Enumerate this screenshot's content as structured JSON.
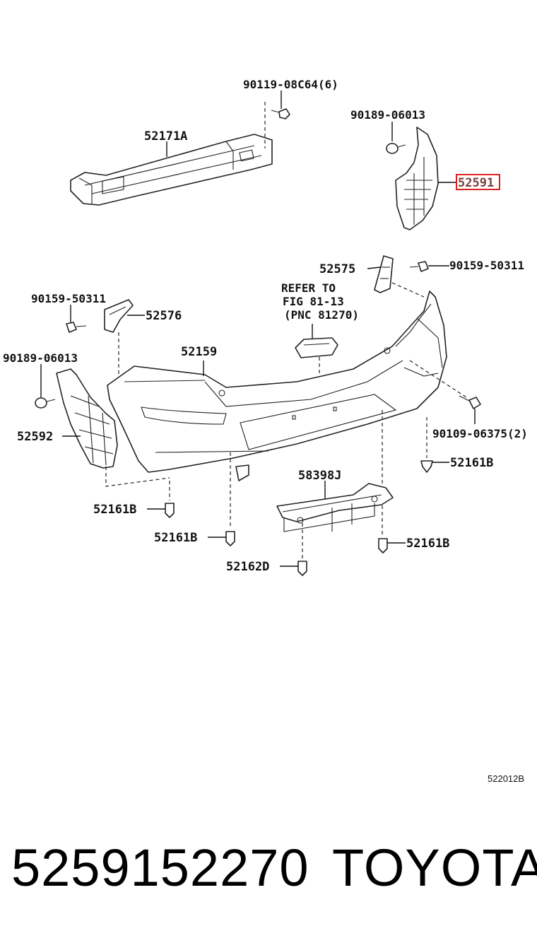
{
  "diagram": {
    "labels": {
      "bolt_top": "90119-08C64(6)",
      "reinforcement": "52171A",
      "clip_right_top": "90189-06013",
      "retainer_right": "52591",
      "support_right": "52575",
      "screw_right": "90159-50311",
      "refer_line1": "REFER TO",
      "refer_line2": "FIG 81-13",
      "refer_line3": "(PNC 81270)",
      "screw_left": "90159-50311",
      "support_left": "52576",
      "cover": "52159",
      "clip_left": "90189-06013",
      "bolt_right": "90109-06375(2)",
      "retainer_left": "52592",
      "clip_b_right_upper": "52161B",
      "absorber": "58398J",
      "clip_b_left": "52161B",
      "clip_b_center": "52161B",
      "clip_b_right_lower": "52161B",
      "clip_d": "52162D"
    },
    "highlighted": "52591"
  },
  "footer": {
    "figure_code": "522012B",
    "part_number": "5259152270",
    "brand": "TOYOTA"
  }
}
